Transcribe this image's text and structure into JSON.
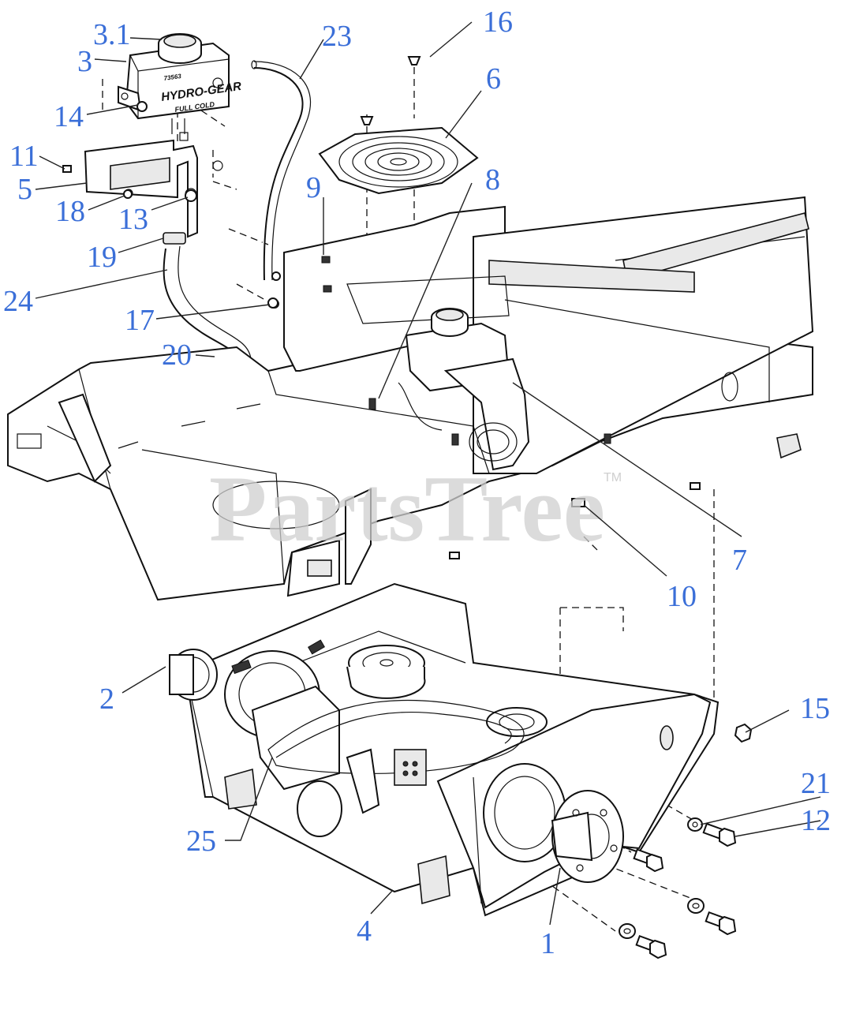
{
  "watermark": {
    "text": "PartsTree",
    "trademark": "TM"
  },
  "tank": {
    "brand": "HYDRO-GEAR",
    "level": "FULL COLD",
    "code": "73563"
  },
  "callouts": [
    "3.1",
    "3",
    "14",
    "11",
    "5",
    "18",
    "13",
    "19",
    "24",
    "17",
    "20",
    "23",
    "16",
    "6",
    "9",
    "8",
    "7",
    "10",
    "2",
    "15",
    "21",
    "12",
    "25",
    "4",
    "1"
  ]
}
